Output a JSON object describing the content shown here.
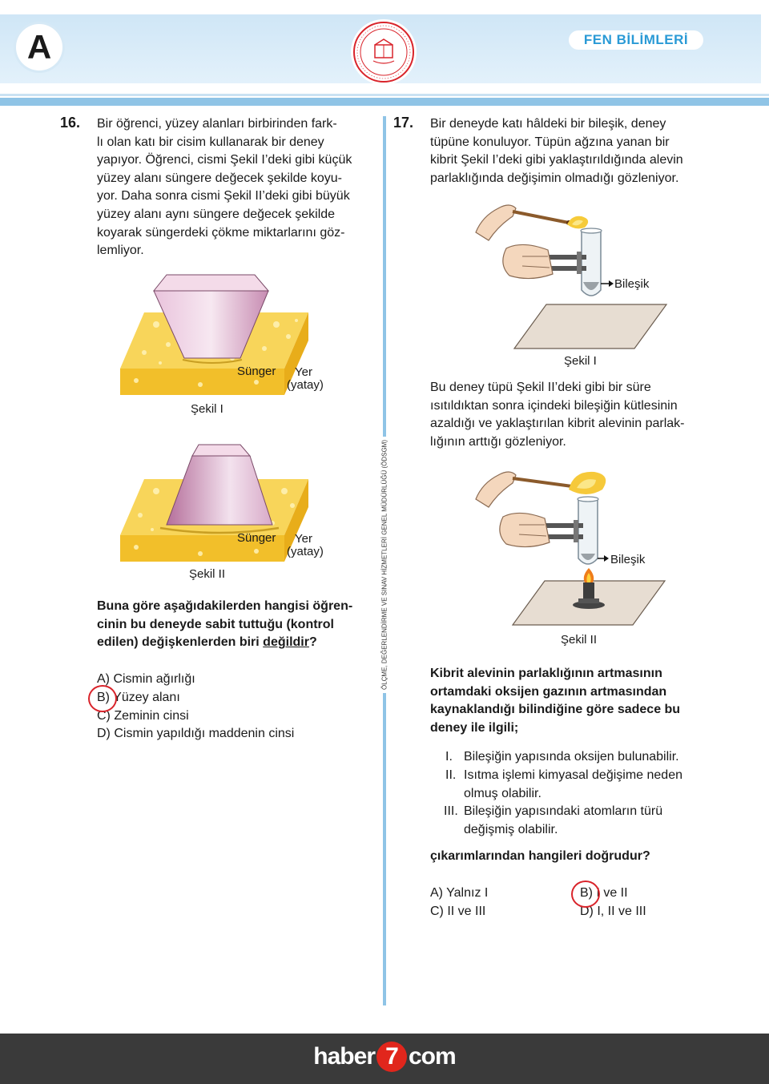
{
  "header": {
    "booklet": "A",
    "subject": "FEN BİLİMLERİ"
  },
  "sidebar": {
    "vertical_text": "ÖLÇME, DEĞERLENDİRME VE SINAV HİZMETLERİ GENEL MÜDÜRLÜĞÜ (ÖDSGM)"
  },
  "q16": {
    "number": "16.",
    "lines": [
      "Bir öğrenci, yüzey alanları birbirinden fark-",
      "lı olan katı bir cisim kullanarak bir deney",
      "yapıyor. Öğrenci, cismi Şekil I’deki gibi küçük",
      "yüzey alanı süngere değecek şekilde koyu-",
      "yor. Daha sonra cismi Şekil II’deki gibi büyük",
      "yüzey alanı aynı süngere değecek şekilde",
      "koyarak süngerdeki çökme miktarlarını göz-",
      "lemliyor."
    ],
    "fig1": {
      "sponge": "Sünger",
      "ground_1": "Yer",
      "ground_2": "(yatay)",
      "caption": "Şekil I"
    },
    "fig2": {
      "sponge": "Sünger",
      "ground_1": "Yer",
      "ground_2": "(yatay)",
      "caption": "Şekil II"
    },
    "question_1": "Buna göre aşağıdakilerden hangisi öğren-",
    "question_2": "cinin bu deneyde sabit tuttuğu (kontrol",
    "question_3a": "edilen) değişkenlerden biri ",
    "question_3b": "değildir",
    "question_3c": "?",
    "options": [
      "A) Cismin ağırlığı",
      "B) Yüzey alanı",
      "C) Zeminin cinsi",
      "D) Cismin yapıldığı maddenin cinsi"
    ]
  },
  "q17": {
    "number": "17.",
    "intro": [
      "Bir deneyde katı hâldeki bir bileşik, deney",
      "tüpüne konuluyor. Tüpün ağzına yanan bir",
      "kibrit Şekil I’deki gibi yaklaştırıldığında alevin",
      "parlaklığında değişimin olmadığı gözleniyor."
    ],
    "fig1": {
      "label": "Bileşik",
      "caption": "Şekil I"
    },
    "middle": [
      "Bu deney tüpü Şekil II’deki gibi bir süre",
      "ısıtıldıktan sonra içindeki bileşiğin kütlesinin",
      "azaldığı ve yaklaştırılan kibrit alevinin parlak-",
      "lığının arttığı gözleniyor."
    ],
    "fig2": {
      "label": "Bileşik",
      "caption": "Şekil II"
    },
    "stem": [
      "Kibrit alevinin parlaklığının artmasının",
      "ortamdaki oksijen gazının artmasından",
      "kaynaklandığı bilindiğine göre sadece bu",
      "deney ile ilgili;"
    ],
    "items": [
      {
        "num": "I.",
        "text": "Bileşiğin yapısında oksijen bulunabilir."
      },
      {
        "num": "II.",
        "text": "Isıtma işlemi kimyasal değişime neden",
        "cont": "olmuş olabilir."
      },
      {
        "num": "III.",
        "text": "Bileşiğin yapısındaki atomların türü",
        "cont": "değişmiş olabilir."
      }
    ],
    "question": "çıkarımlarından hangileri doğrudur?",
    "options": [
      "A) Yalnız I",
      "B) I ve II",
      "C) II ve III",
      "D) I, II ve III"
    ]
  },
  "footer": {
    "logo_left": "haber",
    "logo_num": "7",
    "logo_right": "com"
  }
}
